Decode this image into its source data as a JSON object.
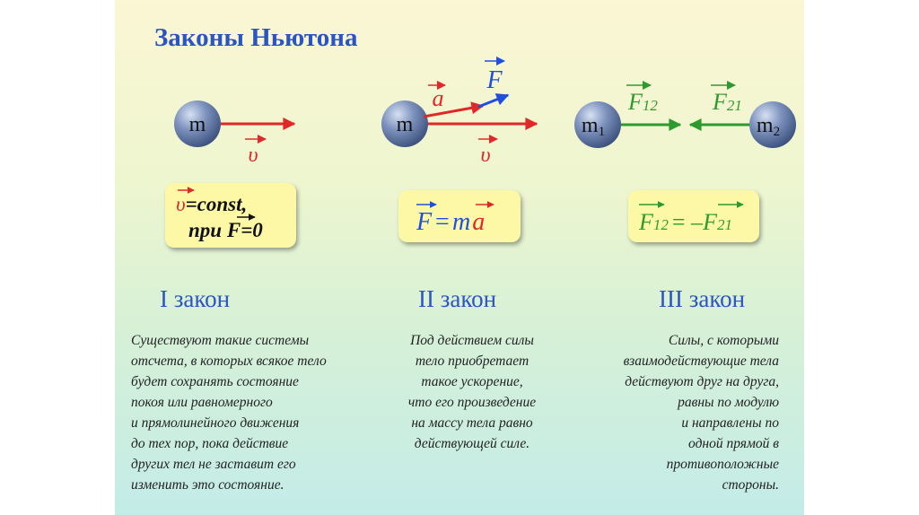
{
  "title": "Законы Ньютона",
  "colors": {
    "title_blue": "#2a55c2",
    "red": "#e02828",
    "blue": "#1f4fe0",
    "green": "#2e9a2e",
    "formula_bg": "#fdf8a6",
    "ball": "#6f86b3"
  },
  "law1": {
    "ball": "m",
    "velocity": "υ",
    "formula_line1_sym": "υ",
    "formula_line1_rest": "=const,",
    "formula_line2_pre": "при ",
    "formula_line2_sym": "F",
    "formula_line2_rest": "=0",
    "heading": "I закон",
    "text": [
      "Существуют такие системы",
      "отсчета, в которых всякое тело",
      "будет сохранять состояние",
      "покоя или равномерного",
      "и прямолинейного движения",
      "до тех пор, пока действие",
      "других тел не заставит его",
      "изменить это состояние."
    ]
  },
  "law2": {
    "ball": "m",
    "acceleration": "a",
    "force": "F",
    "velocity": "υ",
    "formula_F": "F",
    "formula_eq": "=",
    "formula_m": "m",
    "formula_a": "a",
    "heading": "II закон",
    "text": [
      "Под действием силы",
      "тело приобретает",
      "такое ускорение,",
      "что его произведение",
      "на массу тела равно",
      "действующей силе."
    ]
  },
  "law3": {
    "ball1": "m",
    "ball1_sub": "1",
    "ball2": "m",
    "ball2_sub": "2",
    "force12": "F",
    "force12_sub": "12",
    "force21": "F",
    "force21_sub": "21",
    "formula_left": "F",
    "formula_left_sub": "12",
    "formula_eq": "= –",
    "formula_right": "F",
    "formula_right_sub": "21",
    "heading": "III закон",
    "text": [
      "Силы, с которыми",
      "взаимодействующие тела",
      "действуют друг на друга,",
      "равны по модулю",
      "и направлены по",
      "одной прямой в",
      "противоположные",
      "стороны."
    ]
  }
}
